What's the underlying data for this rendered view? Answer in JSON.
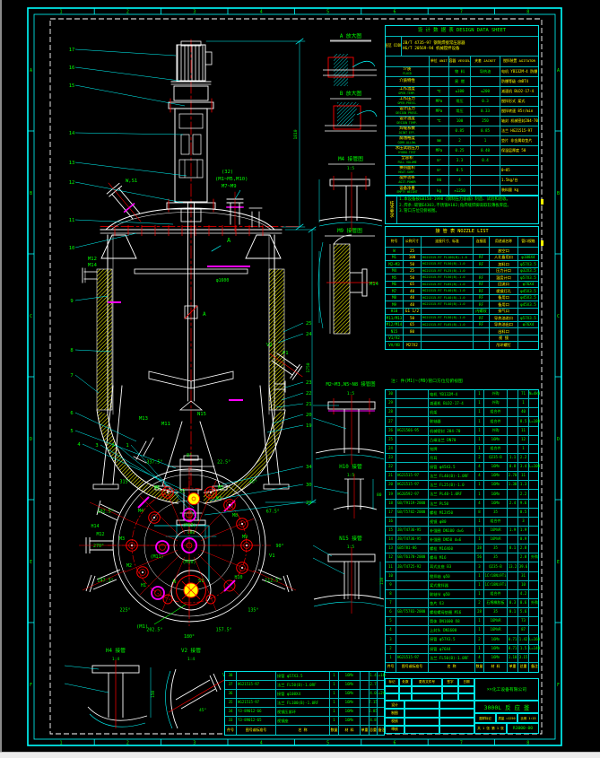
{
  "design_sheet": {
    "title": "设 计 数 据 表",
    "title_en": "DESIGN DATA SHEET",
    "code_label": "规范",
    "code_label_en": "CODE",
    "codes": [
      "JB/T 4735-97 钢制焊接常压容器",
      "HG/T 20569-94 机械搅拌设备"
    ],
    "col_headers": [
      "",
      "单位 UNIT",
      "容器 VESSEL",
      "夹套 JACKET",
      "搅拌装置 AGITATOR"
    ],
    "rows": [
      [
        "介质",
        "FLUID",
        "",
        "物 料",
        "导热油",
        "电机 YB132M-4 防爆"
      ],
      [
        "介质特性",
        "",
        "",
        "易 燃",
        "",
        "防爆等级 dⅡBT4"
      ],
      [
        "工作温度",
        "OPER.TEMP.",
        "℃",
        "≤100",
        "≤200",
        "减速机 BLD2-17-4"
      ],
      [
        "工作压力",
        "OPER.PRESS.",
        "MPa",
        "常压",
        "0.3",
        "搅拌形式 桨式"
      ],
      [
        "设计压力",
        "DESIGN PRESS.",
        "MPa",
        "常压",
        "0.33",
        "搅拌转速 85r/min"
      ],
      [
        "设计温度",
        "DESIGN TEMP.",
        "℃",
        "100",
        "250",
        "轴封 机械密封204-70"
      ],
      [
        "焊缝系数",
        "JOINT EFF.",
        "",
        "0.85",
        "0.85",
        "法兰 HG21515-97"
      ],
      [
        "腐蚀裕度",
        "CORR.ALLOW.",
        "mm",
        "2",
        "1",
        "垫片 非金属软垫片"
      ],
      [
        "水压试验压力",
        "HYDRO.TEST",
        "MPa",
        "0.25",
        "0.40",
        "保温层厚度 50"
      ],
      [
        "全容积",
        "FULL VOLUME",
        "m³",
        "3.3",
        "0.4",
        ""
      ],
      [
        "换热面积",
        "HEAT.SURF.",
        "m²",
        "8.5",
        "",
        "0~85"
      ],
      [
        "搅拌功率",
        "AGIT.POWER",
        "kW",
        "4",
        "",
        "1.5kg/台"
      ],
      [
        "设备净重",
        "EMPTY WEIGHT",
        "kg",
        "≈1250",
        "",
        "装料量  kg"
      ]
    ]
  },
  "notes": {
    "head": "技术要求",
    "lines": [
      "1.本设备按GB150-1998《钢制压力容器》制造、试验和验收。",
      "2.焊条:碳钢E4303,不锈钢A102;角焊缝焊脚高取较薄板厚度。",
      "3.管口方位见俯视图。"
    ]
  },
  "nozzle_list": {
    "title": "接 管 表",
    "title_en": "NOZZLE LIST",
    "headers": [
      "符号",
      "公称尺寸",
      "连接尺寸、标准",
      "连接面",
      "用途或名称",
      "管口规格"
    ],
    "rows": [
      [
        "W",
        "25",
        "",
        "",
        "放空口",
        ""
      ],
      [
        "M1",
        "100",
        "HG21515-97 FL100(B)-1.0",
        "RF",
        "人孔备用口",
        "φ108X4"
      ],
      [
        "M2~M3",
        "50",
        "HG21515-97 FL50(B)-1.0",
        "RF",
        "加料口",
        "φ57X3.5"
      ],
      [
        "M4",
        "25",
        "HG21515-97 FL25(B)-1.0",
        "",
        "压力计口",
        "φ32X3.5"
      ],
      [
        "M5",
        "50",
        "HG21515-97 FL50(B)-1.0",
        "RF",
        "温度计口",
        "φ57X3.5"
      ],
      [
        "M6",
        "65",
        "HG21515-97 FL65(B)-1.0",
        "RF",
        "回流口",
        "φ76X4"
      ],
      [
        "M7",
        "40",
        "HG21515-97 FL40(B)-1.0",
        "RF",
        "视镜灯孔",
        "φ45X3.5"
      ],
      [
        "M8",
        "40",
        "HG21515-97 FL40(B)-1.0",
        "RF",
        "备用口",
        "φ45X3.5"
      ],
      [
        "M9",
        "40",
        "HG21515-97 FL40(B)-1.0",
        "RF",
        "备用口",
        "φ45X3.5"
      ],
      [
        "H10",
        "G1 1/2",
        "",
        "内螺纹",
        "排气口",
        ""
      ],
      [
        "M11/M13",
        "50",
        "HG21515-97 FL50(B)-1.0",
        "RF",
        "导热油进口",
        "φ57X3.5"
      ],
      [
        "M12/M14",
        "65",
        "HG21515-97 FL65(B)-1.0",
        "RF",
        "导热油出口",
        "φ76X4"
      ],
      [
        "N15",
        "80",
        "",
        "",
        "出料口",
        ""
      ],
      [
        "V1/V2",
        "",
        "",
        "",
        "视 镜",
        ""
      ],
      [
        "VA/VB",
        "M27X2",
        "",
        "",
        "吊环螺钉",
        ""
      ]
    ]
  },
  "bom": {
    "headers": [
      "件号",
      "图号或标准号",
      "名  称",
      "数量",
      "材  料",
      "单重",
      "总重",
      "备注"
    ],
    "right_rows": [
      [
        "30",
        "",
        "电机 YB132M-4",
        "1",
        "外购",
        "",
        "71",
        "N=4kW"
      ],
      [
        "29",
        "",
        "减速机 BLD2-17-4",
        "1",
        "外购",
        "",
        "1",
        ""
      ],
      [
        "28",
        "",
        "机架",
        "1",
        "组合件",
        "",
        "40",
        ""
      ],
      [
        "27",
        "",
        "联轴器",
        "1",
        "组合件",
        "",
        "8.5",
        "L=180"
      ],
      [
        "26",
        "HG21566-95",
        "机械密封 204-70",
        "1",
        "外购",
        "",
        "11",
        ""
      ],
      [
        "25",
        "",
        "凸缘法兰 DN70",
        "1",
        "16Mn",
        "",
        "12",
        ""
      ],
      [
        "24",
        "",
        "铭牌",
        "1",
        "组合件",
        "",
        "1",
        ""
      ],
      [
        "23",
        "",
        "吊耳",
        "2",
        "Q235-B",
        "1.1",
        "2.2",
        ""
      ],
      [
        "22",
        "",
        "接管 φ45X3.5",
        "4",
        "16Mn",
        "0.8",
        "3.4",
        "L=100"
      ],
      [
        "21",
        "HG21515-97",
        "法兰 FL40(B)-1.0RF",
        "4",
        "16Mn",
        "2.70",
        "11",
        ""
      ],
      [
        "20",
        "HG21515-97",
        "法兰 FL25(B)-1.0",
        "1",
        "16Mn",
        "1.30",
        "1.3",
        ""
      ],
      [
        "19",
        "HG20592-97",
        "法兰 PL40-1.0RF",
        "1",
        "16Mn",
        "",
        "2.2",
        ""
      ],
      [
        "18",
        "GB/T9119-2000",
        "法兰 PL50",
        "4",
        "16Mn",
        "2.4",
        "9.6",
        ""
      ],
      [
        "17",
        "GB/T5782-2000",
        "螺栓 M12X50",
        "8",
        "35",
        "",
        "0.5",
        ""
      ],
      [
        "16",
        "",
        "视镜 φ80",
        "1",
        "组合件",
        "",
        "3",
        ""
      ],
      [
        "15",
        "JB/T4736-95",
        "补强圈 DN100 d=6",
        "1",
        "16MnR",
        "1.9",
        "1.9",
        ""
      ],
      [
        "14",
        "JB/T4736-95",
        "补强圈 DN50 d=6",
        "1",
        "16MnR",
        "",
        "0.9",
        ""
      ],
      [
        "13",
        "GB5781-86",
        "螺栓 M16X60",
        "28",
        "35",
        "0.1",
        "2.8",
        ""
      ],
      [
        "12",
        "GB/T6170-2000",
        "螺母 M16",
        "56",
        "35",
        "",
        "2.0",
        "外购"
      ],
      [
        "11",
        "JB/T4725-92",
        "耳式支座 B3",
        "3",
        "Q235-B",
        "13.2",
        "39.6",
        ""
      ],
      [
        "10",
        "",
        "搅拌轴 φ50",
        "1",
        "1Cr18Ni9Ti",
        "",
        "31",
        ""
      ],
      [
        "9",
        "",
        "桨式搅拌器",
        "1",
        "1Cr18Ni9Ti",
        "",
        "10",
        ""
      ],
      [
        "8",
        "",
        "联轴节 φ50",
        "1",
        "组合件",
        "",
        "4.2",
        ""
      ],
      [
        "7",
        "",
        "垫片 δ3",
        "2",
        "石棉橡胶板",
        "0.3",
        "0.6",
        "外购"
      ],
      [
        "6",
        "GB/T5783-2000",
        "螺栓螺母垫圈 M16",
        "28",
        "35",
        "0.1",
        "5.6",
        ""
      ],
      [
        "5",
        "",
        "筒体 DN1600 δ8",
        "1",
        "16MnR",
        "",
        "73",
        ""
      ],
      [
        "4",
        "",
        "上封头 DN1600",
        "1",
        "16MnR",
        "",
        "87",
        ""
      ],
      [
        "3",
        "",
        "接管 φ57X3.5",
        "2",
        "16Mn",
        "0.71",
        "1.42",
        "L=160"
      ],
      [
        "2",
        "",
        "接管 φ76X4",
        "1",
        "16Mn",
        "0.71",
        "1.5",
        "L=140"
      ],
      [
        "1",
        "HG21515-97",
        "法兰 FL50(B)-1.0RF",
        "4",
        "16Mn",
        "1.10",
        "3.15",
        ""
      ]
    ],
    "left_rows": [
      [
        "38",
        "",
        "接管 φ57X3.5",
        "1",
        "16Mn",
        "",
        "1.4",
        "L=160"
      ],
      [
        "37",
        "HG21515-97",
        "法兰 FL50(B)-1.0RF",
        "1",
        "16Mn",
        "",
        "2.7",
        ""
      ],
      [
        "36",
        "",
        "接管 φ108X4",
        "1",
        "16Mn",
        "",
        "4.0",
        "L=240"
      ],
      [
        "35",
        "HG21515-97",
        "法兰 FL100(B)-1.0RF",
        "1",
        "16Mn",
        "",
        "7.15",
        ""
      ],
      [
        "34",
        "Y3-89012-66",
        "视镜压紧环",
        "1",
        "16Mn",
        "",
        "2.85",
        ""
      ],
      [
        "33",
        "Y3-89012-65",
        "视镜座",
        "1",
        "16Mn",
        "",
        "4.8",
        ""
      ]
    ]
  },
  "title_block": {
    "rev_headers": [
      "标记",
      "处数",
      "更改文件号",
      "签字",
      "日期"
    ],
    "sign_labels": [
      "设计",
      "制图",
      "校核",
      "审核"
    ],
    "company": "××化工设备有限公司",
    "title1": "3000L 反 应 釜",
    "fields": [
      "图样标记",
      "质量 ≈1250",
      "比例 1:15"
    ],
    "sheet": "共 1 张  第 1 张",
    "dwg_no": "R3000-00"
  },
  "frame": {
    "zone_numbers": [
      "1",
      "2",
      "3",
      "4",
      "5",
      "6",
      "7",
      "8"
    ],
    "zone_letters": [
      "A",
      "B",
      "C",
      "D",
      "E",
      "F"
    ]
  },
  "drawing": {
    "balloons_left": [
      "17",
      "16",
      "15",
      "14",
      "13",
      "12",
      "11",
      "10",
      "9",
      "8",
      "7",
      "6",
      "5",
      "4",
      "3",
      "2",
      "1"
    ],
    "balloons_right": [
      "25",
      "24",
      "23",
      "22",
      "21",
      "20",
      "19",
      "34",
      "30",
      "29"
    ],
    "group_note": [
      "(32)",
      "(M1~M5,M10)",
      "M7~M9"
    ],
    "labels": {
      "ws1": "W,S1",
      "m12": "M12",
      "m14": "M14",
      "m13": "M13",
      "m11": "M11",
      "n15": "N15",
      "v2": "V2",
      "p1": "P1",
      "a_view": "A",
      "m14_callout": "M14",
      "m1_leader": "(M1)",
      "n": "N",
      "s1": "S1",
      "v1": "V1",
      "deg45": "45°"
    },
    "dims": {
      "h1": "1810",
      "h2": "1750",
      "d1": "φ1600",
      "d2": "480",
      "det3": "150",
      "det6": "80",
      "det7": "110",
      "det8": "150"
    },
    "top_view": {
      "angles": [
        "0°",
        "22.5°",
        "45°",
        "67.5°",
        "90°",
        "112.5°",
        "135°",
        "157.5°",
        "180°",
        "202.5°",
        "225°",
        "247.5°",
        "270°",
        "292.5°",
        "315°",
        "337.5°"
      ],
      "nozzles": [
        "S3",
        "M5",
        "K7",
        "M8",
        "M9",
        "H10",
        "H1",
        "M2",
        "M3",
        "M4",
        "M6",
        "(M13)",
        "(M11)",
        "(M10)",
        "M12",
        "H14"
      ]
    },
    "details": [
      [
        "A 放大图",
        ""
      ],
      [
        "B 放大图",
        ""
      ],
      [
        "M4 接管图",
        "1:5"
      ],
      [
        "M9 接管图",
        "1:5"
      ],
      [
        "M2~M3,N5~N8 接管图",
        "1:5"
      ],
      [
        "H10 接管",
        "1:5"
      ],
      [
        "N15 接管",
        "1:5"
      ],
      [
        "H4 接管",
        "1:4"
      ],
      [
        "V2 接管",
        "1:4"
      ]
    ],
    "bom_note": "注: 件(M1)~(M9)管口方位见俯视图"
  }
}
